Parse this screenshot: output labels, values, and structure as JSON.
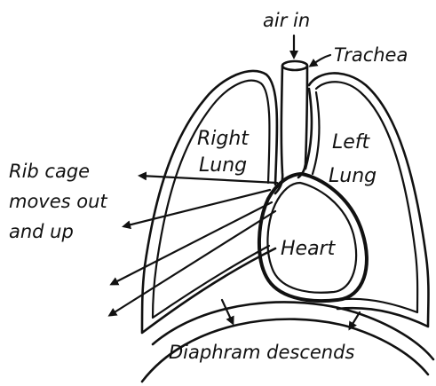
{
  "labels": {
    "air_in": "air in",
    "trachea": "Trachea",
    "right_lung_line1": "Right",
    "right_lung_line2": "Lung",
    "left_lung_line1": "Left",
    "left_lung_line2": "Lung",
    "rib_cage_line1": "Rib cage",
    "rib_cage_line2": "moves out",
    "rib_cage_line3": "and up",
    "heart": "Heart",
    "diaphragm": "Diaphram descends"
  },
  "colors": {
    "ink": "#111111",
    "background": "#ffffff"
  }
}
